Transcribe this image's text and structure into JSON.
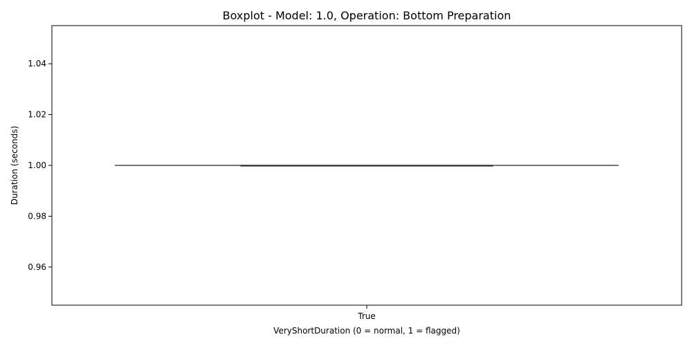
{
  "chart_data": {
    "type": "box",
    "title": "Boxplot - Model: 1.0, Operation: Bottom Preparation",
    "xlabel": "VeryShortDuration (0 = normal, 1 = flagged)",
    "ylabel": "Duration (seconds)",
    "categories": [
      "True"
    ],
    "boxes": [
      {
        "category": "True",
        "min": 1.0,
        "q1": 1.0,
        "median": 1.0,
        "q3": 1.0,
        "max": 1.0
      }
    ],
    "ylim": [
      0.945,
      1.055
    ],
    "yticks": [
      0.96,
      0.98,
      1.0,
      1.02,
      1.04
    ],
    "ytick_labels": [
      "0.96",
      "0.98",
      "1.00",
      "1.02",
      "1.04"
    ],
    "grid": false,
    "colors": {
      "box_line": "#3f3f3f",
      "axis": "#000000"
    }
  }
}
